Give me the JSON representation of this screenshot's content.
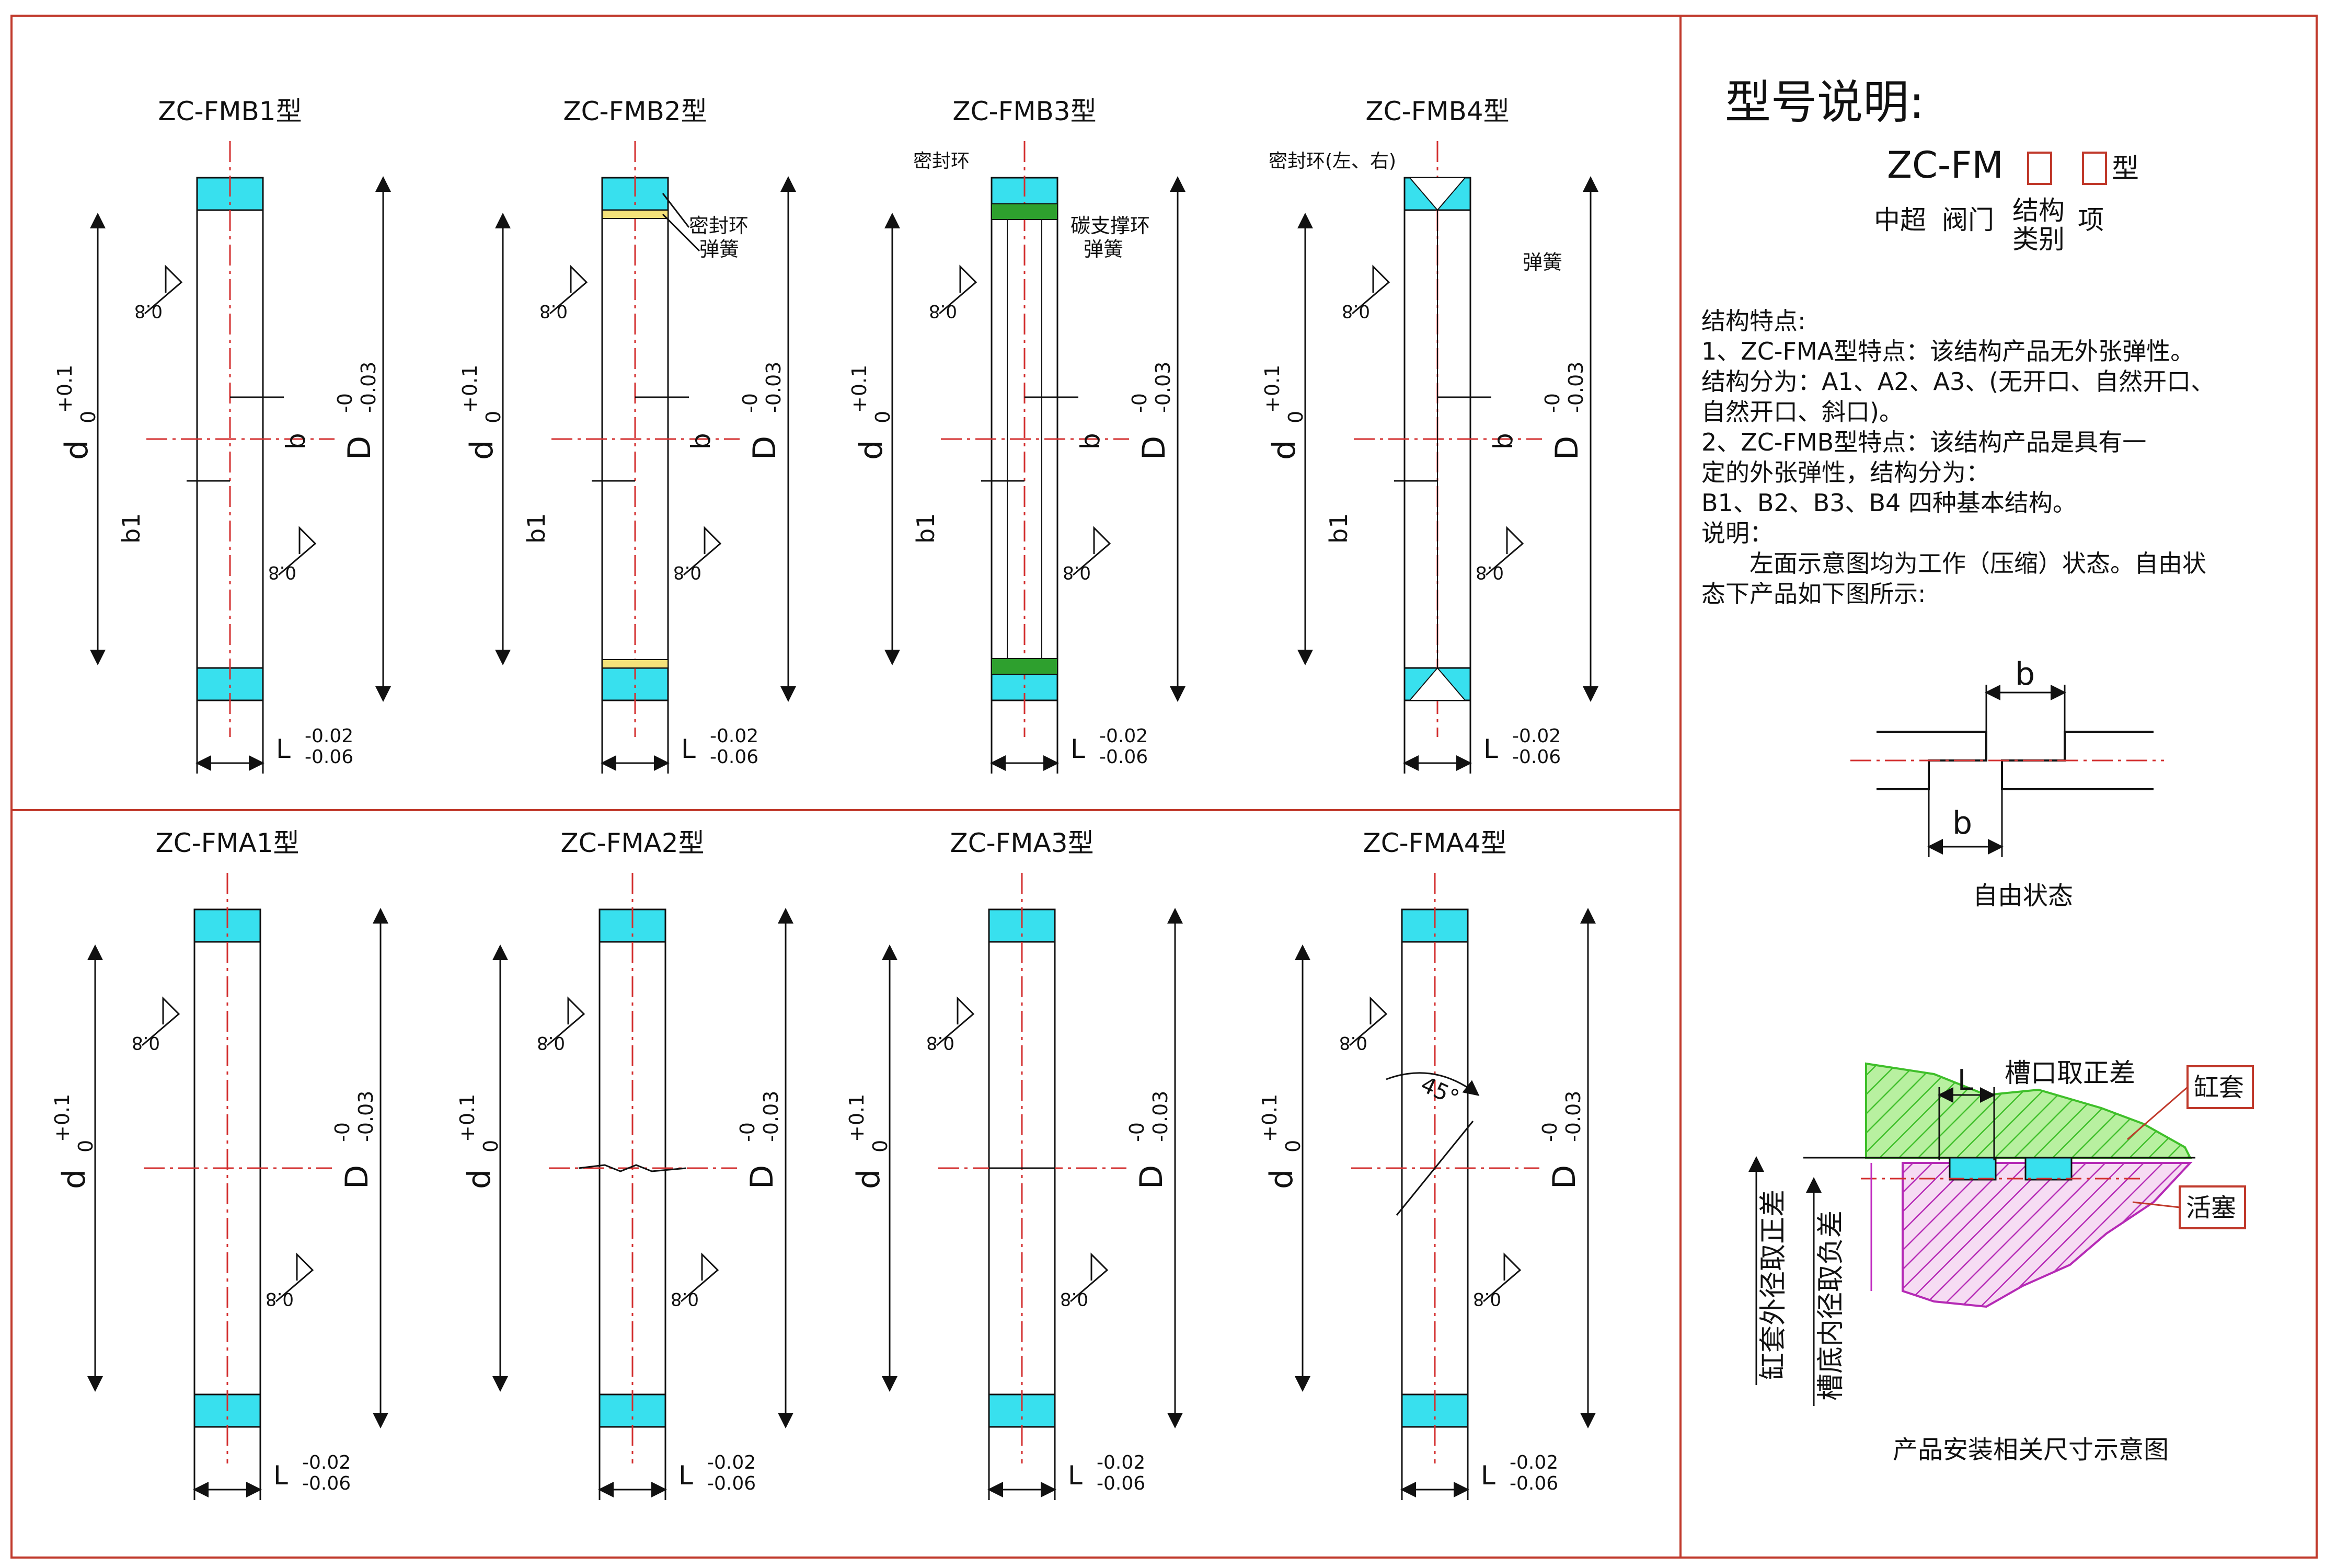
{
  "top_row_titles": [
    "ZC-FMB1型",
    "ZC-FMB2型",
    "ZC-FMB3型",
    "ZC-FMB4型"
  ],
  "bottom_row_titles": [
    "ZC-FMA1型",
    "ZC-FMA2型",
    "ZC-FMA3型",
    "ZC-FMA4型"
  ],
  "dims": {
    "d_base": "d",
    "d_sub": "0",
    "d_sup": "+0.1",
    "D_base": "D",
    "D_sup": "-0",
    "D_sub": "-0.03",
    "L_base": "L",
    "L_sup": "-0.02",
    "L_sub": "-0.06",
    "b": "b",
    "b1": "b1",
    "roughness": "0.8",
    "angle": "45°"
  },
  "callouts": {
    "fmb2_seal": "密封环",
    "fmb2_spring": "弹簧",
    "fmb3_seal": "密封环",
    "fmb3_support": "碳支撑环",
    "fmb3_spring": "弹簧",
    "fmb4_seal": "密封环(左、右)",
    "fmb4_spring": "弹簧"
  },
  "info": {
    "title": "型号说明:",
    "code_prefix": "ZC-FM",
    "code_suffix": "型",
    "code_labels": [
      "中超",
      "阀门",
      "结构",
      "类别",
      "项"
    ],
    "features_heading": "结构特点:",
    "features_lines": [
      "1、ZC-FMA型特点：该结构产品无外张弹性。",
      "结构分为：A1、A2、A3、(无开口、自然开口、",
      "自然开口、斜口)。",
      "2、ZC-FMB型特点：该结构产品是具有一",
      "定的外张弹性，结构分为：",
      "B1、B2、B3、B4 四种基本结构。",
      "说明：",
      "　　左面示意图均为工作（压缩）状态。自由状",
      "态下产品如下图所示:"
    ],
    "free_state_b": "b",
    "free_state_caption": "自由状态",
    "install_L": "L",
    "install_groove_note": "槽口取正差",
    "install_cylinder": "缸套",
    "install_piston": "活塞",
    "install_vertical_1": "缸套外径取正差",
    "install_vertical_2": "槽底内径取负差",
    "install_caption": "产品安装相关尺寸示意图"
  },
  "colors": {
    "frame": "#c0392b",
    "center_line": "#d32f2f",
    "cyan": "#38e0ee",
    "yellow": "#f4e27a",
    "green": "#2ea02e",
    "hatch_green": "#6ddc4a",
    "hatch_magenta": "#c02cc0"
  }
}
